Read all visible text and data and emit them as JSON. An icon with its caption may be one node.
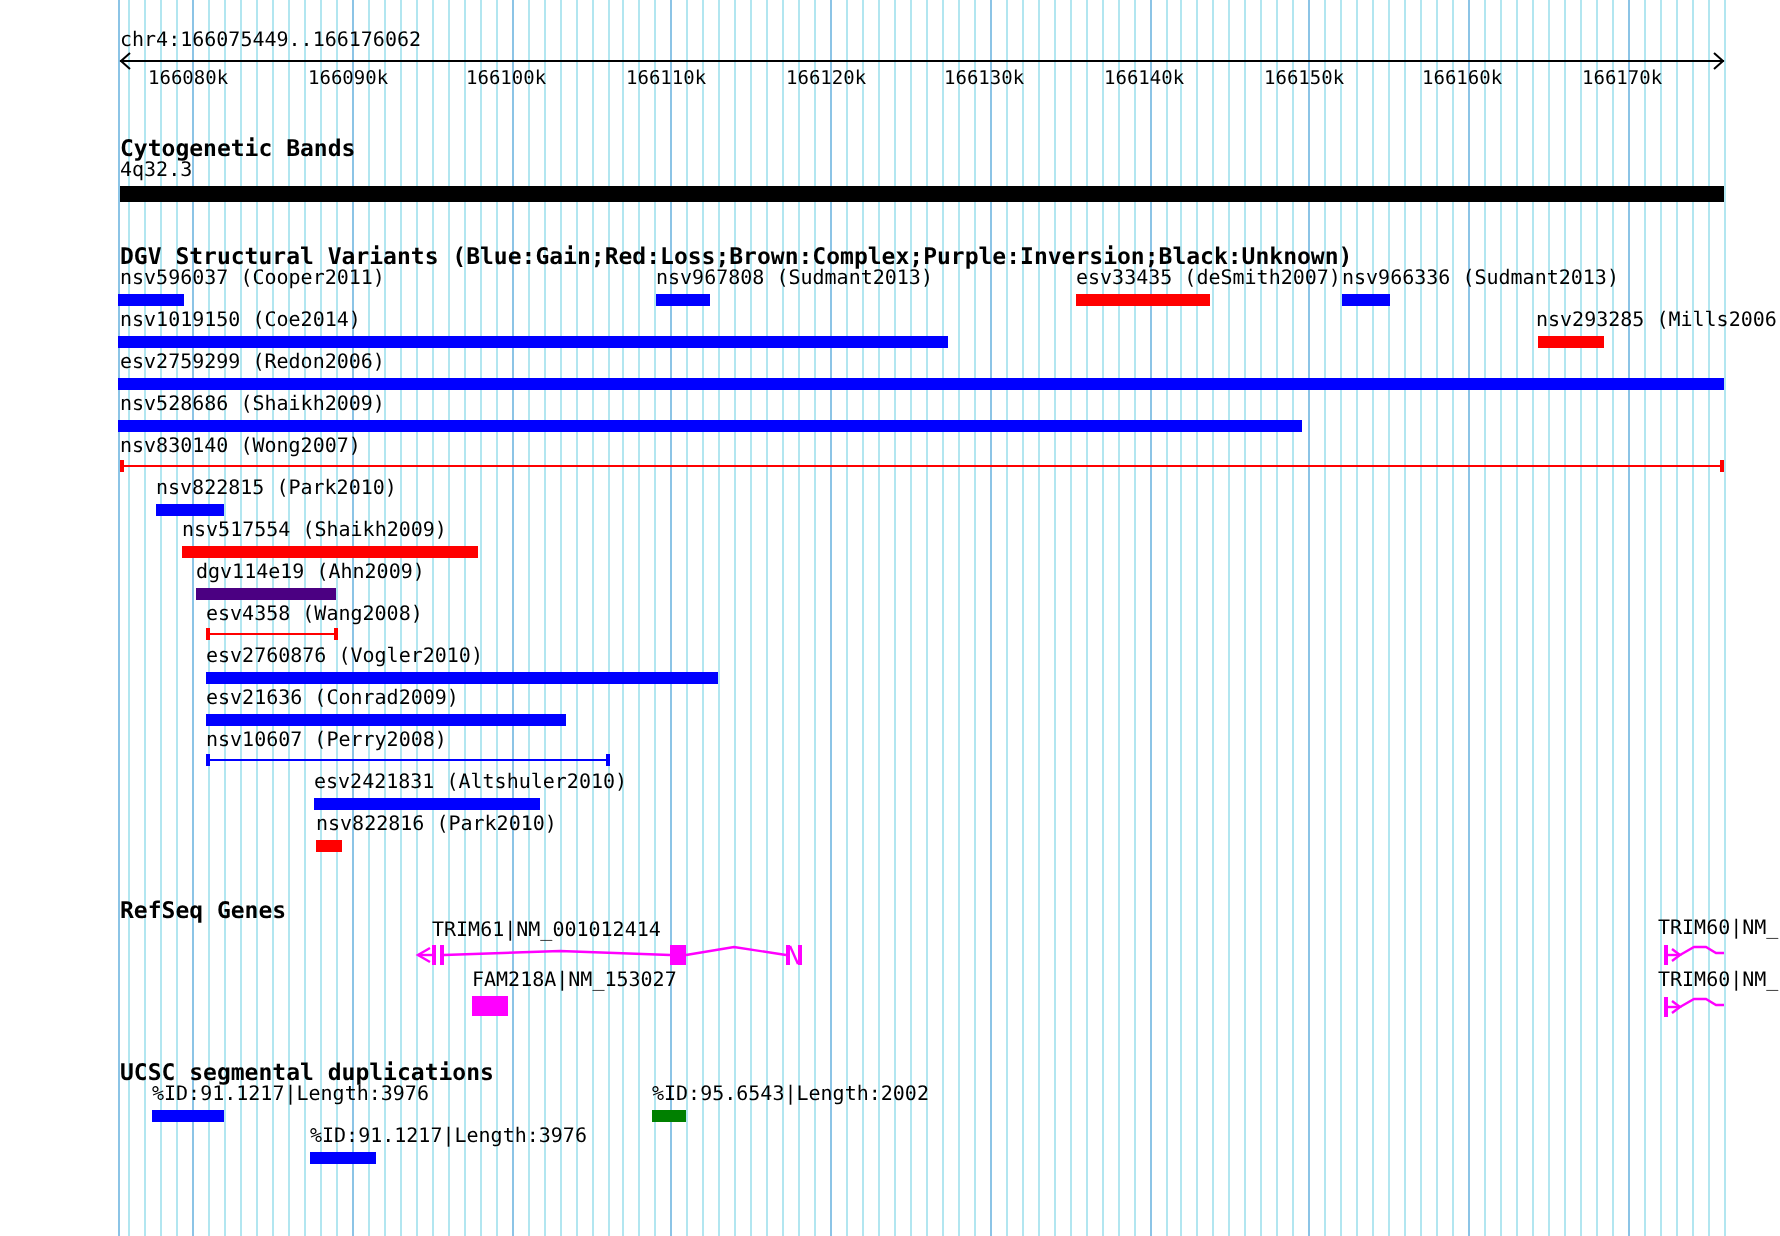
{
  "diagram": {
    "title": "chr4:166075449..166176062",
    "nodes": [
      {
        "text": [
          "4q32.3"
        ]
      },
      {
        "text": [
          "nsv596037 (Cooper2011)"
        ]
      },
      {
        "text": [
          "nsv967808 (Sudmant2013)"
        ]
      },
      {
        "text": [
          "esv33435 (deSmith2007)"
        ]
      },
      {
        "text": [
          "nsv966336 (Sudmant2013)"
        ]
      },
      {
        "text": [
          "nsv1019150 (Coe2014)"
        ]
      },
      {
        "text": [
          "nsv293285 (Mills2006"
        ]
      },
      {
        "text": [
          "esv2759299 (Redon2006)"
        ]
      },
      {
        "text": [
          "nsv528686 (Shaikh2009)"
        ]
      },
      {
        "text": [
          "nsv830140 (Wong2007)"
        ]
      },
      {
        "text": [
          "nsv822815 (Park2010)"
        ]
      },
      {
        "text": [
          "nsv517554 (Shaikh2009)"
        ]
      },
      {
        "text": [
          "dgv114e19 (Ahn2009)"
        ]
      },
      {
        "text": [
          "esv4358 (Wang2008)"
        ]
      },
      {
        "text": [
          "esv2760876 (Vogler2010)"
        ]
      },
      {
        "text": [
          "esv21636 (Conrad2009)"
        ]
      },
      {
        "text": [
          "nsv10607 (Perry2008)"
        ]
      },
      {
        "text": [
          "esv2421831 (Altshuler2010)"
        ]
      },
      {
        "text": [
          "nsv822816 (Park2010)"
        ]
      },
      {
        "text": [
          "TRIM61|NM_001012414"
        ]
      },
      {
        "text": [
          "TRIM60|NM_"
        ]
      },
      {
        "text": [
          "FAM218A|NM_153027"
        ]
      },
      {
        "text": [
          "TRIM60|NM_"
        ]
      },
      {
        "text": [
          "%ID:91.1217|Length:3976"
        ]
      },
      {
        "text": [
          "%ID:95.6543|Length:2002"
        ]
      },
      {
        "text": [
          "%ID:91.1217|Length:3976"
        ]
      }
    ],
    "labels": [
      "166080k",
      "166090k",
      "166100k",
      "166110k",
      "166120k",
      "166130k",
      "166140k",
      "166150k",
      "166160k",
      "166170k",
      "Cytogenetic Bands",
      "DGV Structural Variants (Blue:Gain;Red:Loss;Brown:Complex;Purple:Inversion;Black:Unknown)",
      "RefSeq Genes",
      "UCSC segmental duplications"
    ]
  }
}
